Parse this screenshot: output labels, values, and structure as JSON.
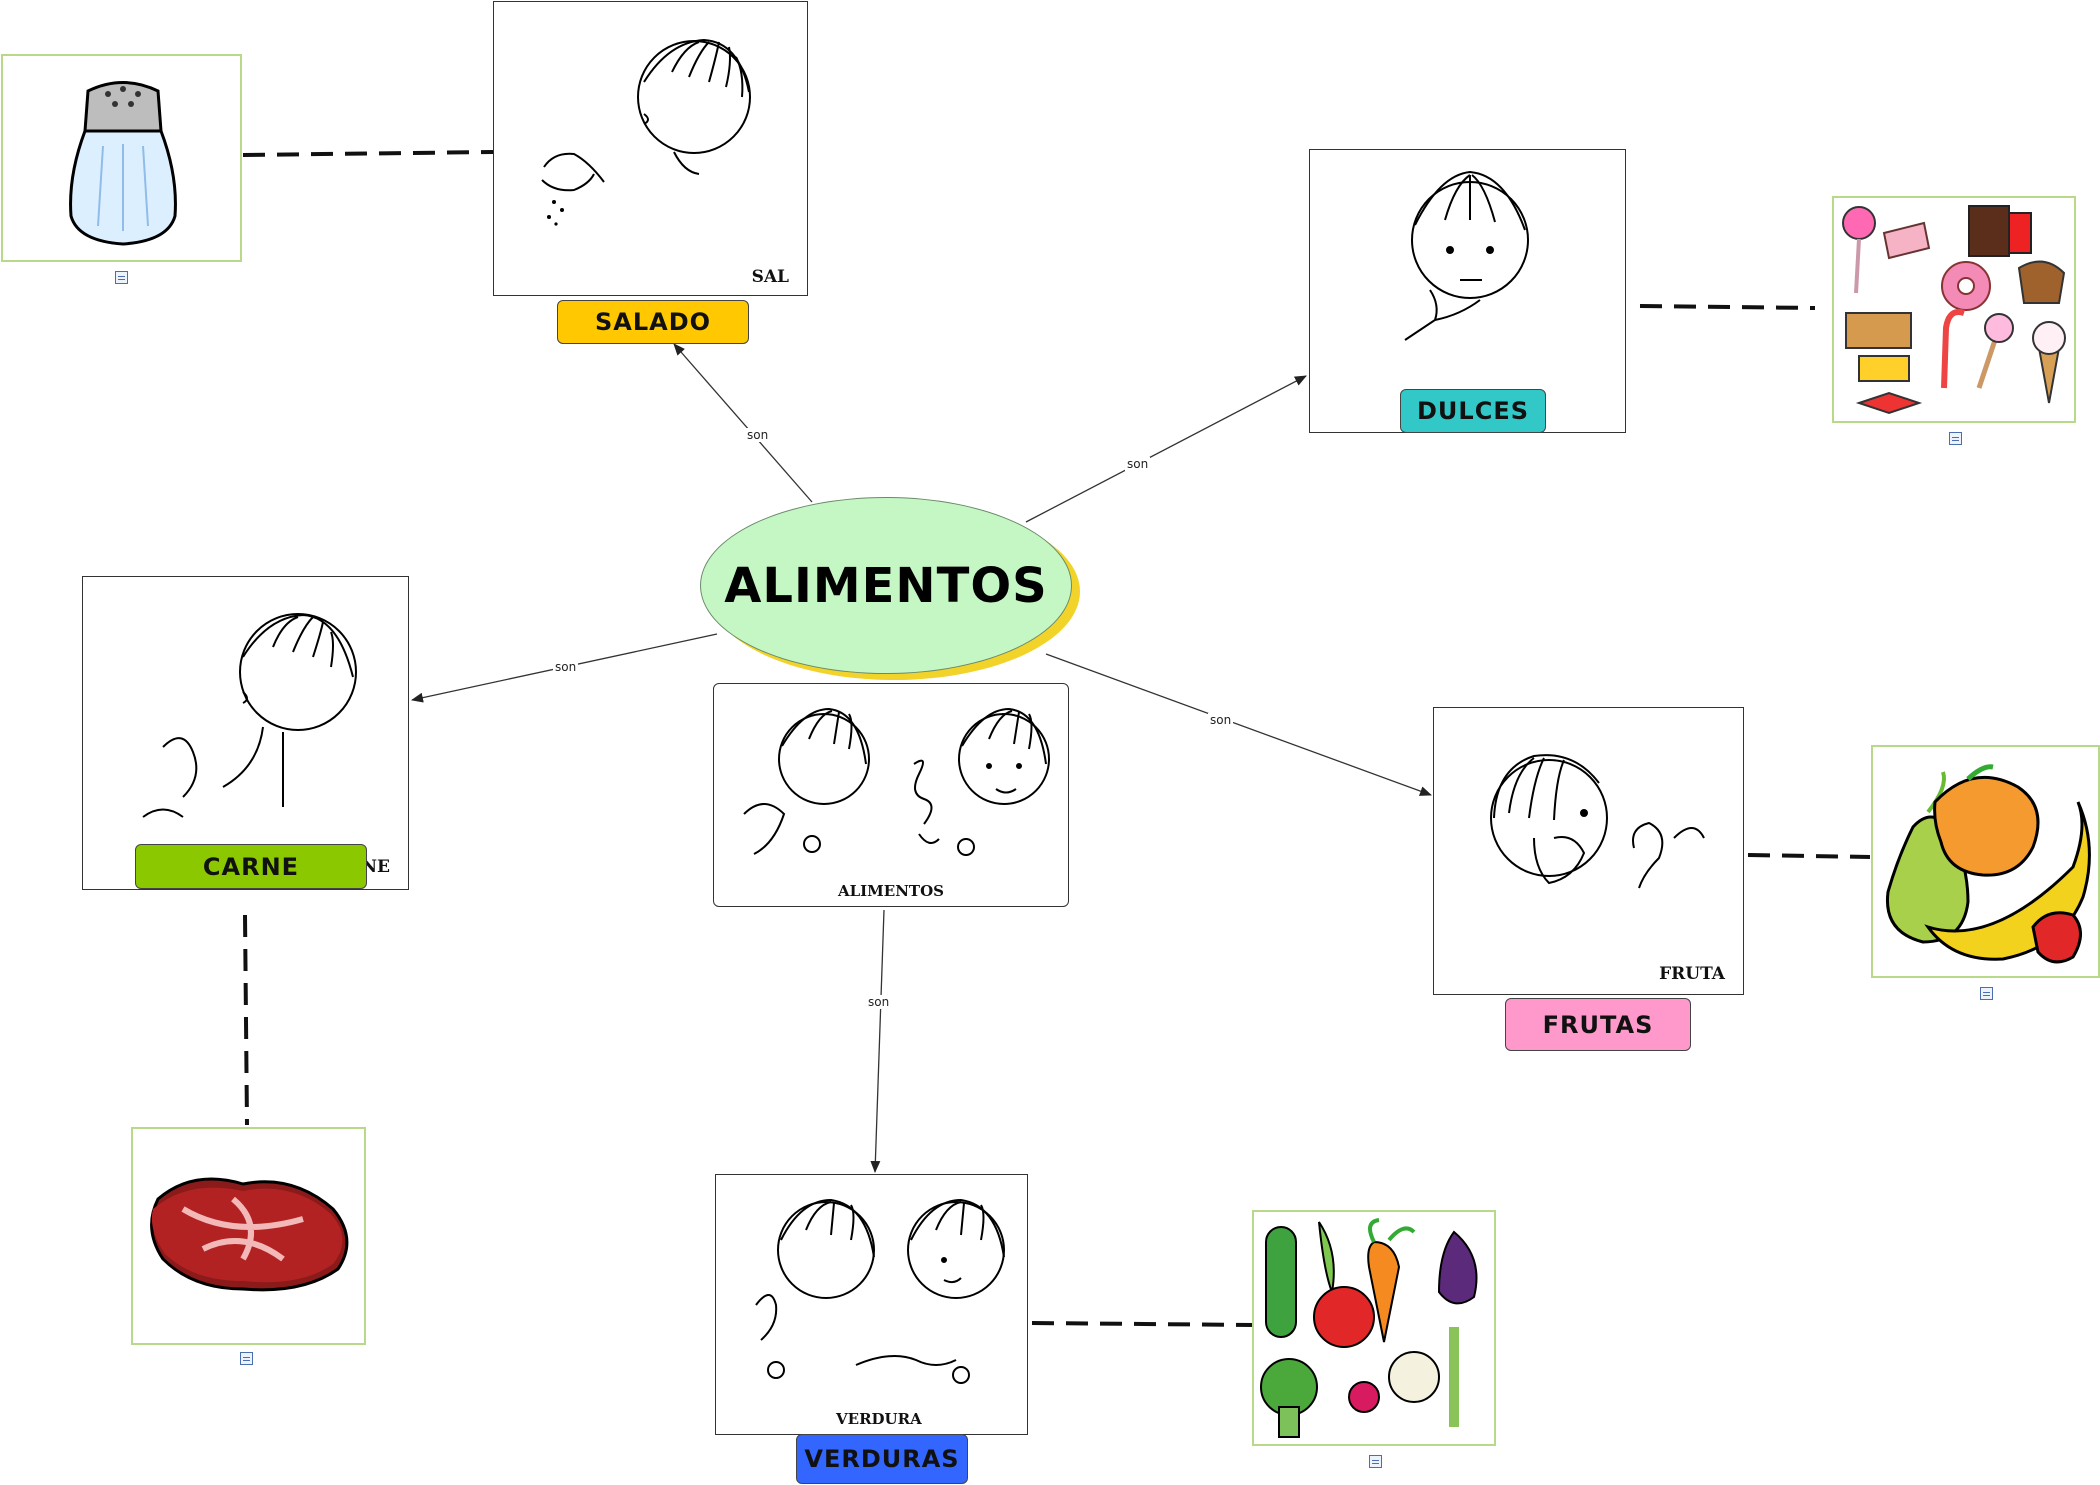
{
  "central": {
    "title": "ALIMENTOS"
  },
  "link_label": "son",
  "nodes": {
    "salado": {
      "label": "SALADO",
      "sign_caption": "SAL",
      "color": "#ffc800"
    },
    "dulces": {
      "label": "DULCES",
      "sign_caption": "",
      "color": "#33c8c8"
    },
    "carne": {
      "label": "CARNE",
      "sign_caption": "NE",
      "color": "#8cc800"
    },
    "alimentos": {
      "label": "",
      "sign_caption": "ALIMENTOS",
      "color": "#ffffff"
    },
    "frutas": {
      "label": "FRUTAS",
      "sign_caption": "FRUTA",
      "color": "#ff99cc"
    },
    "verduras": {
      "label": "VERDURAS",
      "sign_caption": "VERDURA",
      "color": "#3366ff"
    }
  },
  "images": {
    "salero": "salt-shaker",
    "dulces": "sweets-collection",
    "fruta": "fruit-collection",
    "carne": "steak",
    "verduras": "vegetable-characters"
  }
}
